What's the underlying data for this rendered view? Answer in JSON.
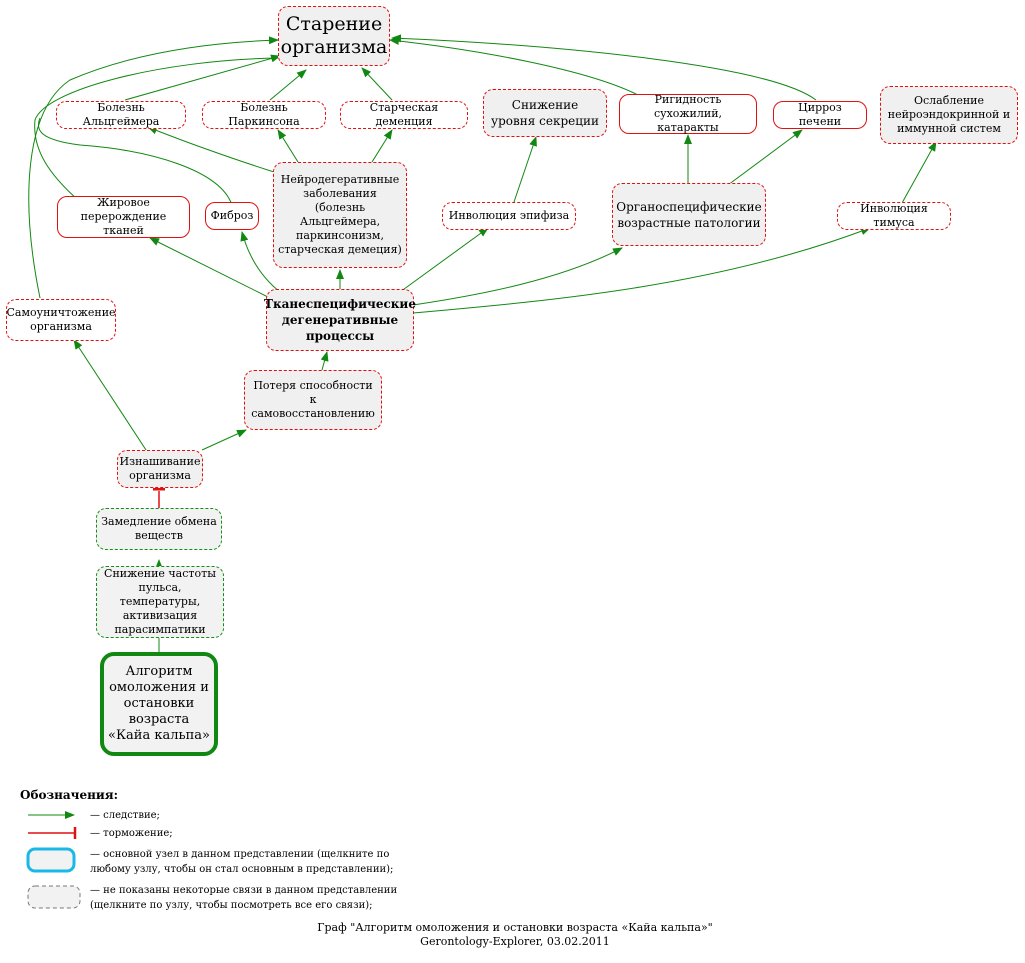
{
  "nodes": {
    "aging": "Старение организма",
    "alzheimer": "Болезнь Альцгеймера",
    "parkinson": "Болезнь Паркинсона",
    "senile_dementia": "Старческая деменция",
    "secretion_decrease": "Снижение уровня секреции",
    "tendon_rigidity": "Ригидность сухожилий, катаракты",
    "liver_cirrhosis": "Цирроз печени",
    "neuroendocrine_weakening": "Ослабление нейроэндокринной и иммунной систем",
    "fatty_degeneration": "Жировое перерождение тканей",
    "fibrosis": "Фиброз",
    "neurodegenerative": "Нейродегеративные заболевания (болезнь Альцгеймера, паркинсонизм, старческая демеция)",
    "pineal_involution": "Инволюция эпифиза",
    "organ_pathologies": "Органоспецифические возрастные патологии",
    "thymus_involution": "Инволюция тимуса",
    "self_destruction": "Самоуничтожение организма",
    "tissue_processes": "Тканеспецифические дегенеративные процессы",
    "regeneration_loss": "Потеря способности к самовосстановлению",
    "wear": "Изнашивание организма",
    "metabolism_slowdown": "Замедление обмена веществ",
    "pulse_decrease": "Снижение частоты пульса, температуры, активизация парасимпатики",
    "algorithm": "Алгоритм омоложения и остановки возраста «Кайа кальпа»"
  },
  "legend": {
    "title": "Обозначения:",
    "consequence": "— следствие;",
    "inhibition": "— торможение;",
    "main_node": "— основной узел в данном представлении (щелкните по любому узлу, чтобы он стал основным в представлении);",
    "hidden_links": "— не показаны некоторые связи в данном представлении (щелкните по узлу, чтобы посмотреть все его связи);"
  },
  "caption": {
    "line1": "Граф \"Алгоритм омоложения и остановки возраста «Кайа кальпа»\"",
    "line2": "Gerontology-Explorer, 03.02.2011"
  },
  "colors": {
    "edge_consequence": "#118811",
    "edge_inhibition": "#e01010",
    "node_border_red": "#e01010",
    "node_border_green": "#109010",
    "main_node_border": "#118811",
    "legend_main_node_border": "#19b8e8"
  }
}
